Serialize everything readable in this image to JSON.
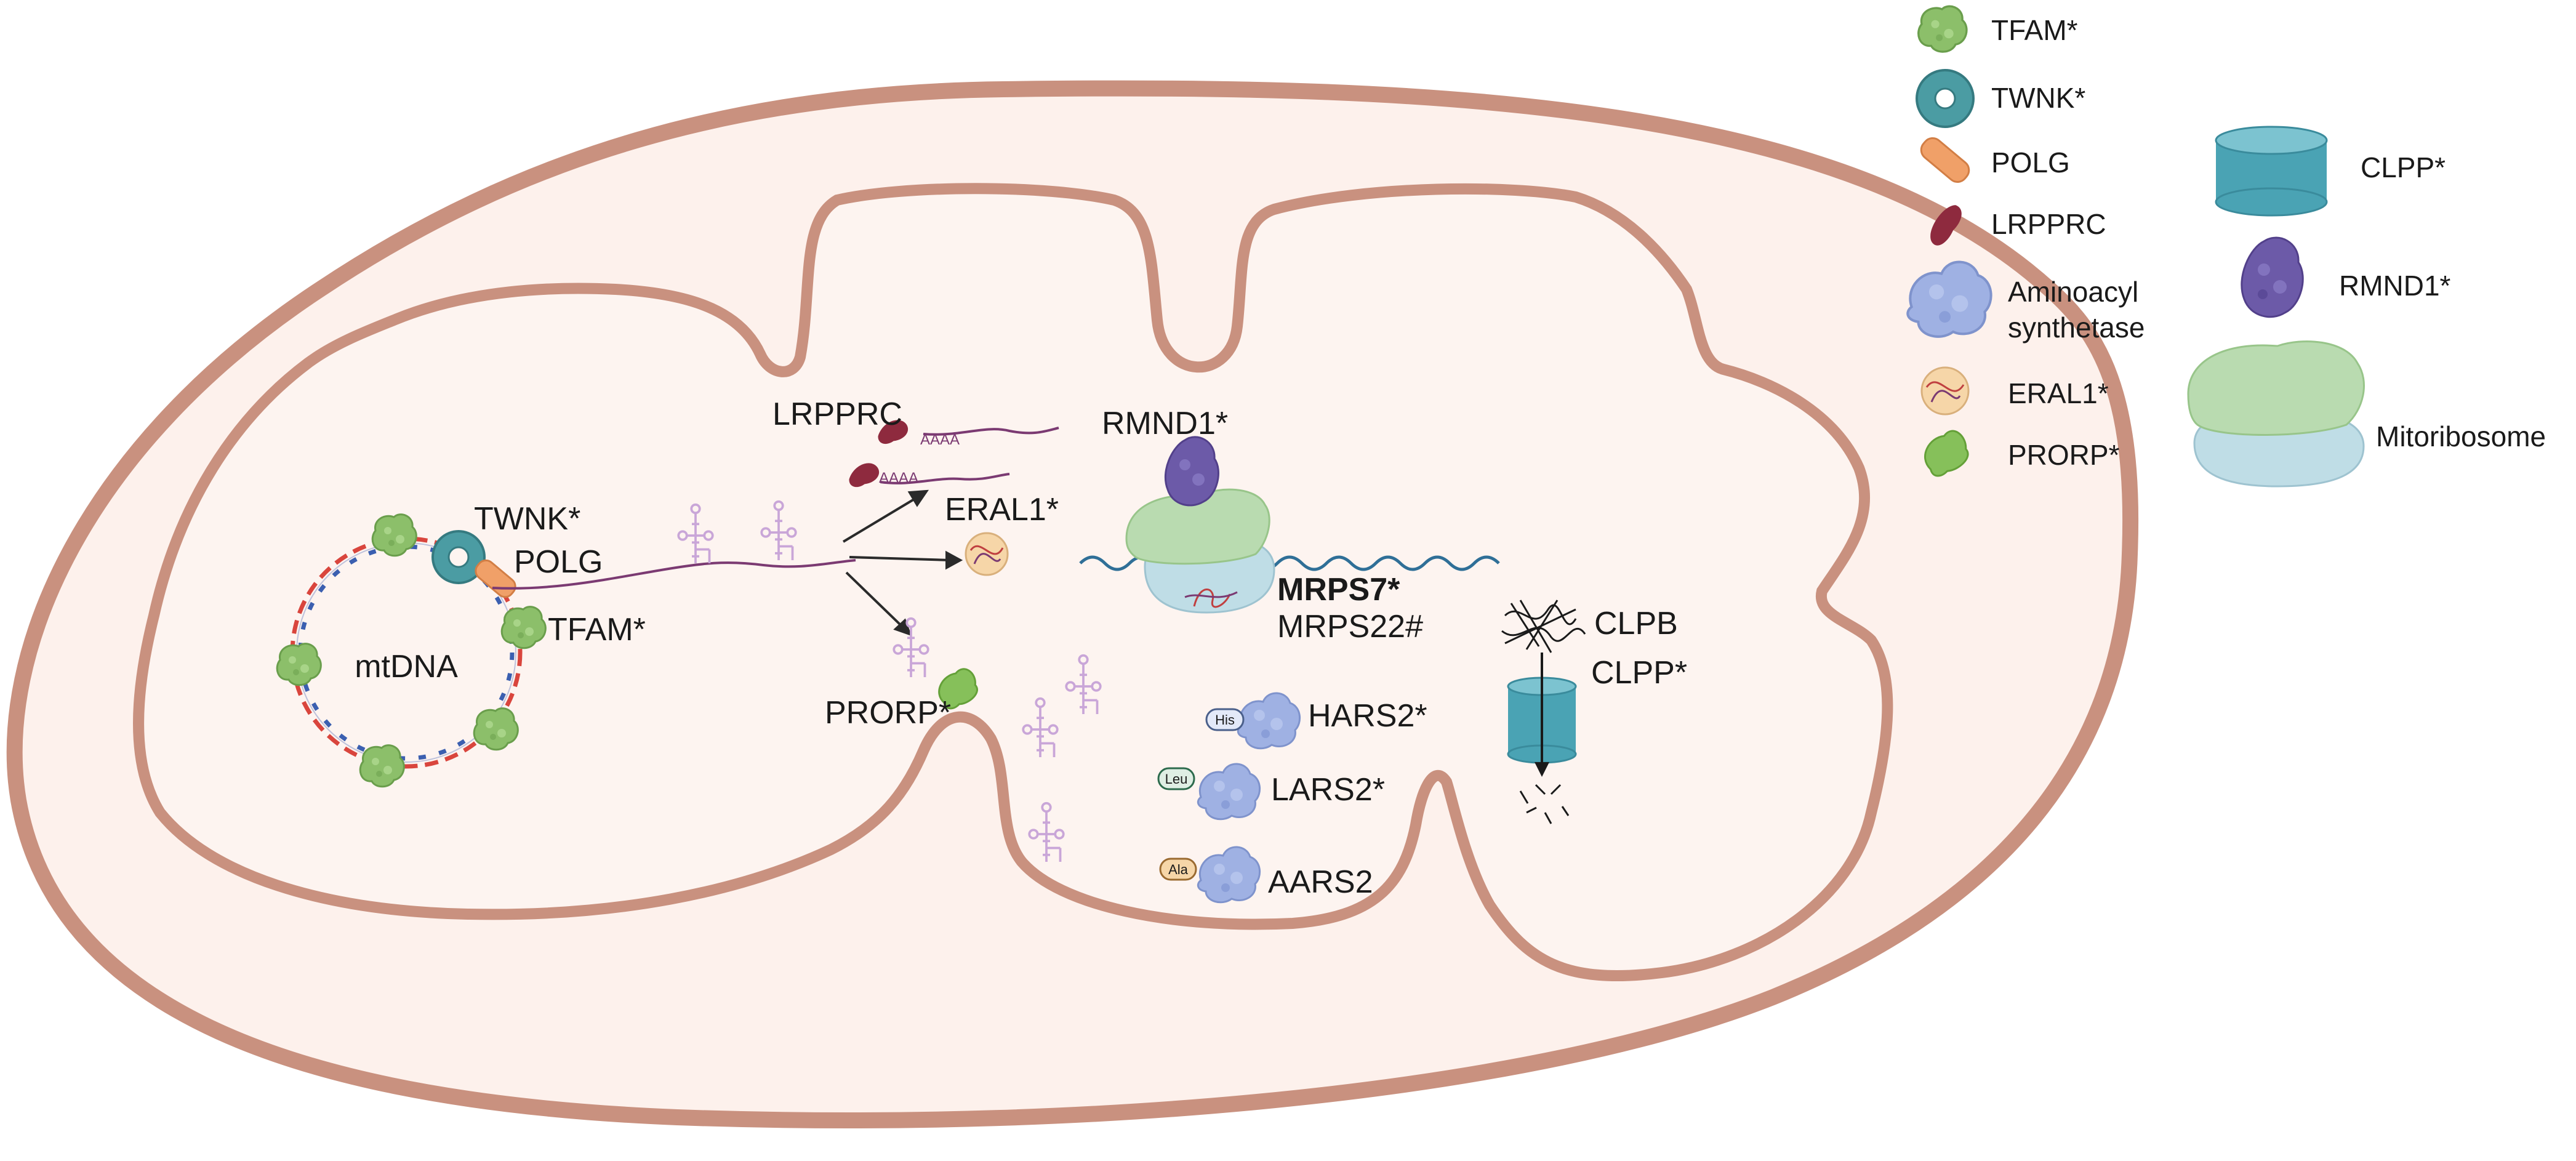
{
  "legend": {
    "items": [
      {
        "icon": "tfam-icon",
        "label": "TFAM*"
      },
      {
        "icon": "twnk-icon",
        "label": "TWNK*"
      },
      {
        "icon": "polg-icon",
        "label": "POLG"
      },
      {
        "icon": "lrpprc-icon",
        "label": "LRPPRC"
      },
      {
        "icon": "aminoacyl-synthetase-icon",
        "label_line1": "Aminoacyl",
        "label_line2": "synthetase"
      },
      {
        "icon": "eral1-icon",
        "label": "ERAL1*"
      },
      {
        "icon": "prorp-icon",
        "label": "PRORP*"
      },
      {
        "icon": "clpp-icon",
        "label": "CLPP*"
      },
      {
        "icon": "rmnd1-icon",
        "label": "RMND1*"
      },
      {
        "icon": "mitoribosome-icon",
        "label": "Mitoribosome"
      }
    ]
  },
  "diagram": {
    "mtdna_label": "mtDNA",
    "twnk_label": "TWNK*",
    "polg_label": "POLG",
    "tfam_label": "TFAM*",
    "lrpprc_label": "LRPPRC",
    "polya_tag": "AAAA",
    "eral1_label": "ERAL1*",
    "prorp_label": "PRORP*",
    "rmnd1_label": "RMND1*",
    "mrps7_label": "MRPS7*",
    "mrps22_label": "MRPS22#",
    "clpb_label": "CLPB",
    "clpp_label": "CLPP*",
    "hars2_label": "HARS2*",
    "lars2_label": "LARS2*",
    "aars2_label": "AARS2",
    "his_tag": "His",
    "leu_tag": "Leu",
    "ala_tag": "Ala"
  },
  "colors": {
    "outer_membrane": "#c9917f",
    "matrix": "#fdf1ec",
    "tfam": "#8cbf6a",
    "twnk": "#4b9ca3",
    "polg": "#f0a068",
    "lrpprc": "#8e2a3e",
    "synthetase": "#9fb1e3",
    "eral1": "#f6d6a8",
    "prorp": "#86c05a",
    "clpp": "#4aa3b4",
    "rmnd1": "#6c5aa8",
    "ribosome_large": "#b9dbb0",
    "ribosome_small": "#bfdde6",
    "trna": "#c9a6d8",
    "mrna": "#2f6f97",
    "dna_red": "#d9453d",
    "dna_blue": "#3b5fb0"
  }
}
